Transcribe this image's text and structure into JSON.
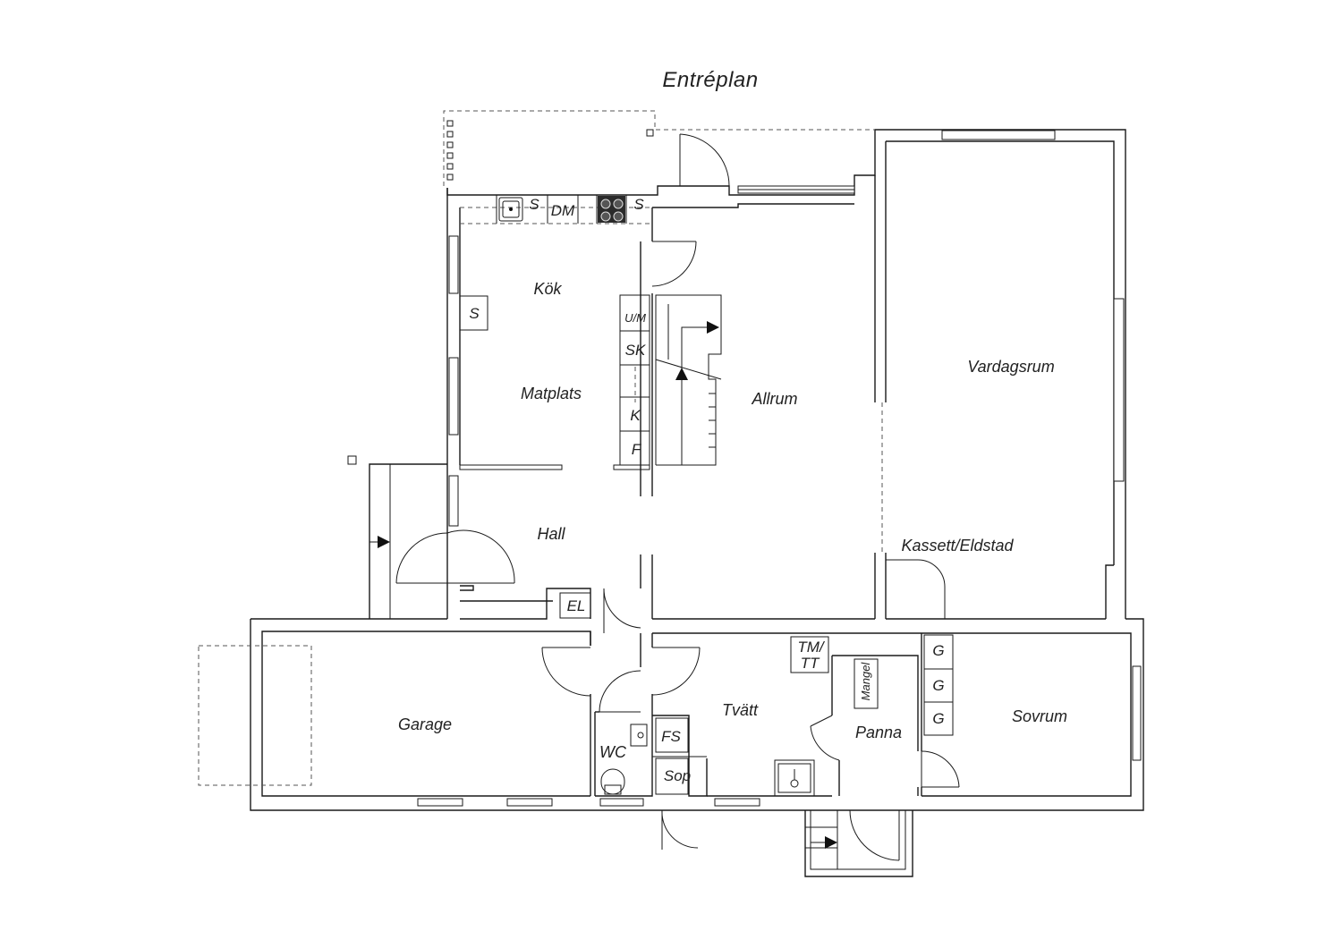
{
  "title": "Entréplan",
  "rooms": {
    "kok": "Kök",
    "matplats": "Matplats",
    "hall": "Hall",
    "allrum": "Allrum",
    "vardagsrum": "Vardagsrum",
    "kassett": "Kassett/Eldstad",
    "garage": "Garage",
    "wc": "WC",
    "tvatt": "Tvätt",
    "panna": "Panna",
    "sovrum": "Sovrum"
  },
  "fixtures": {
    "kitchen_s1": "S",
    "kitchen_dm": "DM",
    "kitchen_s2": "S",
    "kitchen_s3": "S",
    "um": "U/M",
    "sk": "SK",
    "k": "K",
    "f": "F",
    "el": "EL",
    "tm_line1": "TM/",
    "tm_line2": "TT",
    "mangel": "Mangel",
    "fs": "FS",
    "sop": "Sop",
    "g1": "G",
    "g2": "G",
    "g3": "G"
  }
}
